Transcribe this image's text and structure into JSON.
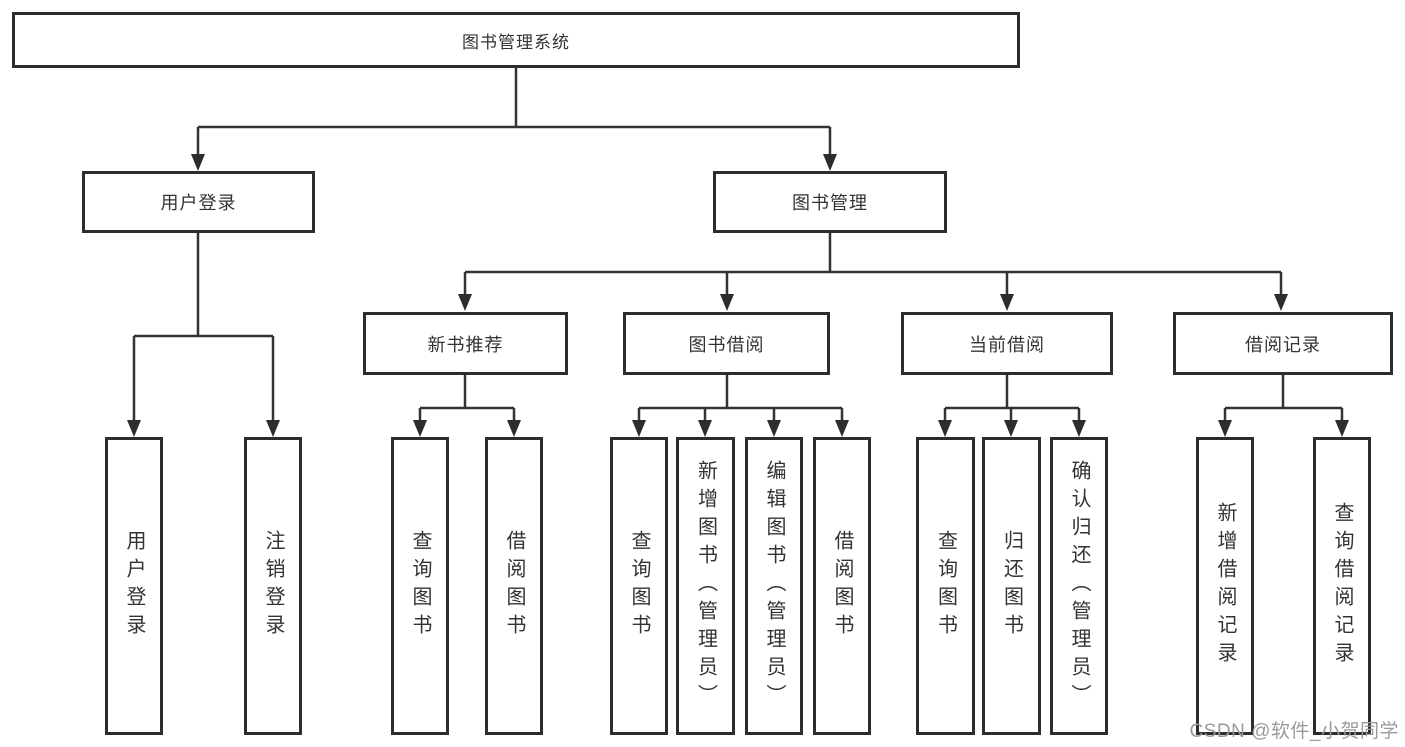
{
  "nodes": {
    "root": {
      "label": "图书管理系统"
    },
    "level2": [
      {
        "label": "用户登录"
      },
      {
        "label": "图书管理"
      }
    ],
    "level3": [
      {
        "label": "新书推荐"
      },
      {
        "label": "图书借阅"
      },
      {
        "label": "当前借阅"
      },
      {
        "label": "借阅记录"
      }
    ],
    "leaves": {
      "login": [
        {
          "label": "用户登录"
        },
        {
          "label": "注销登录"
        }
      ],
      "recommend": [
        {
          "label": "查询图书"
        },
        {
          "label": "借阅图书"
        }
      ],
      "borrow": [
        {
          "label": "查询图书"
        },
        {
          "label": "新增图书（管理员）"
        },
        {
          "label": "编辑图书（管理员）"
        },
        {
          "label": "借阅图书"
        }
      ],
      "current": [
        {
          "label": "查询图书"
        },
        {
          "label": "归还图书"
        },
        {
          "label": "确认归还（管理员）"
        }
      ],
      "records": [
        {
          "label": "新增借阅记录"
        },
        {
          "label": "查询借阅记录"
        }
      ]
    }
  },
  "watermark": "CSDN @软件_小贺同学",
  "colors": {
    "line": "#333333",
    "box_border": "#2d2d2d",
    "text": "#333333",
    "watermark_text": "#9a9a9a",
    "background": "#ffffff"
  }
}
